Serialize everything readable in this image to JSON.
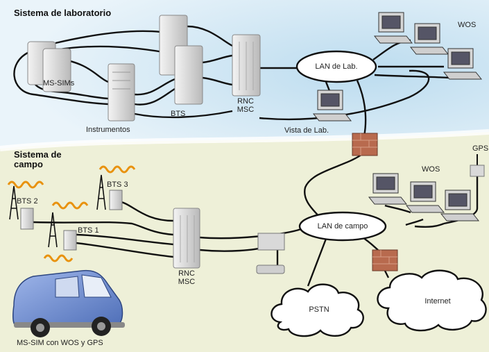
{
  "diagram": {
    "lab_section_title": "Sistema de laboratorio",
    "field_section_title": "Sistema de campo",
    "lab": {
      "ms_sims": "MS-SIMs",
      "instruments": "Instrumentos",
      "bts": "BTS",
      "rnc": "RNC",
      "msc": "MSC",
      "lan": "LAN de Lab.",
      "wos": "WOS",
      "lab_view": "Vista de Lab."
    },
    "field": {
      "bts1": "BTS 1",
      "bts2": "BTS 2",
      "bts3": "BTS 3",
      "rnc": "RNC",
      "msc": "MSC",
      "lan": "LAN de campo",
      "wos": "WOS",
      "gps": "GPS",
      "pstn": "PSTN",
      "internet": "Internet",
      "van_caption": "MS-SIM con WOS y GPS"
    }
  },
  "colors": {
    "lab_background": "#cfe6f3",
    "field_background": "#eef0d6",
    "device": "#d9d9d9",
    "firewall": "#b86a4e",
    "van": "#6f8fd4",
    "wave": "#e8920f",
    "line": "#111111"
  }
}
